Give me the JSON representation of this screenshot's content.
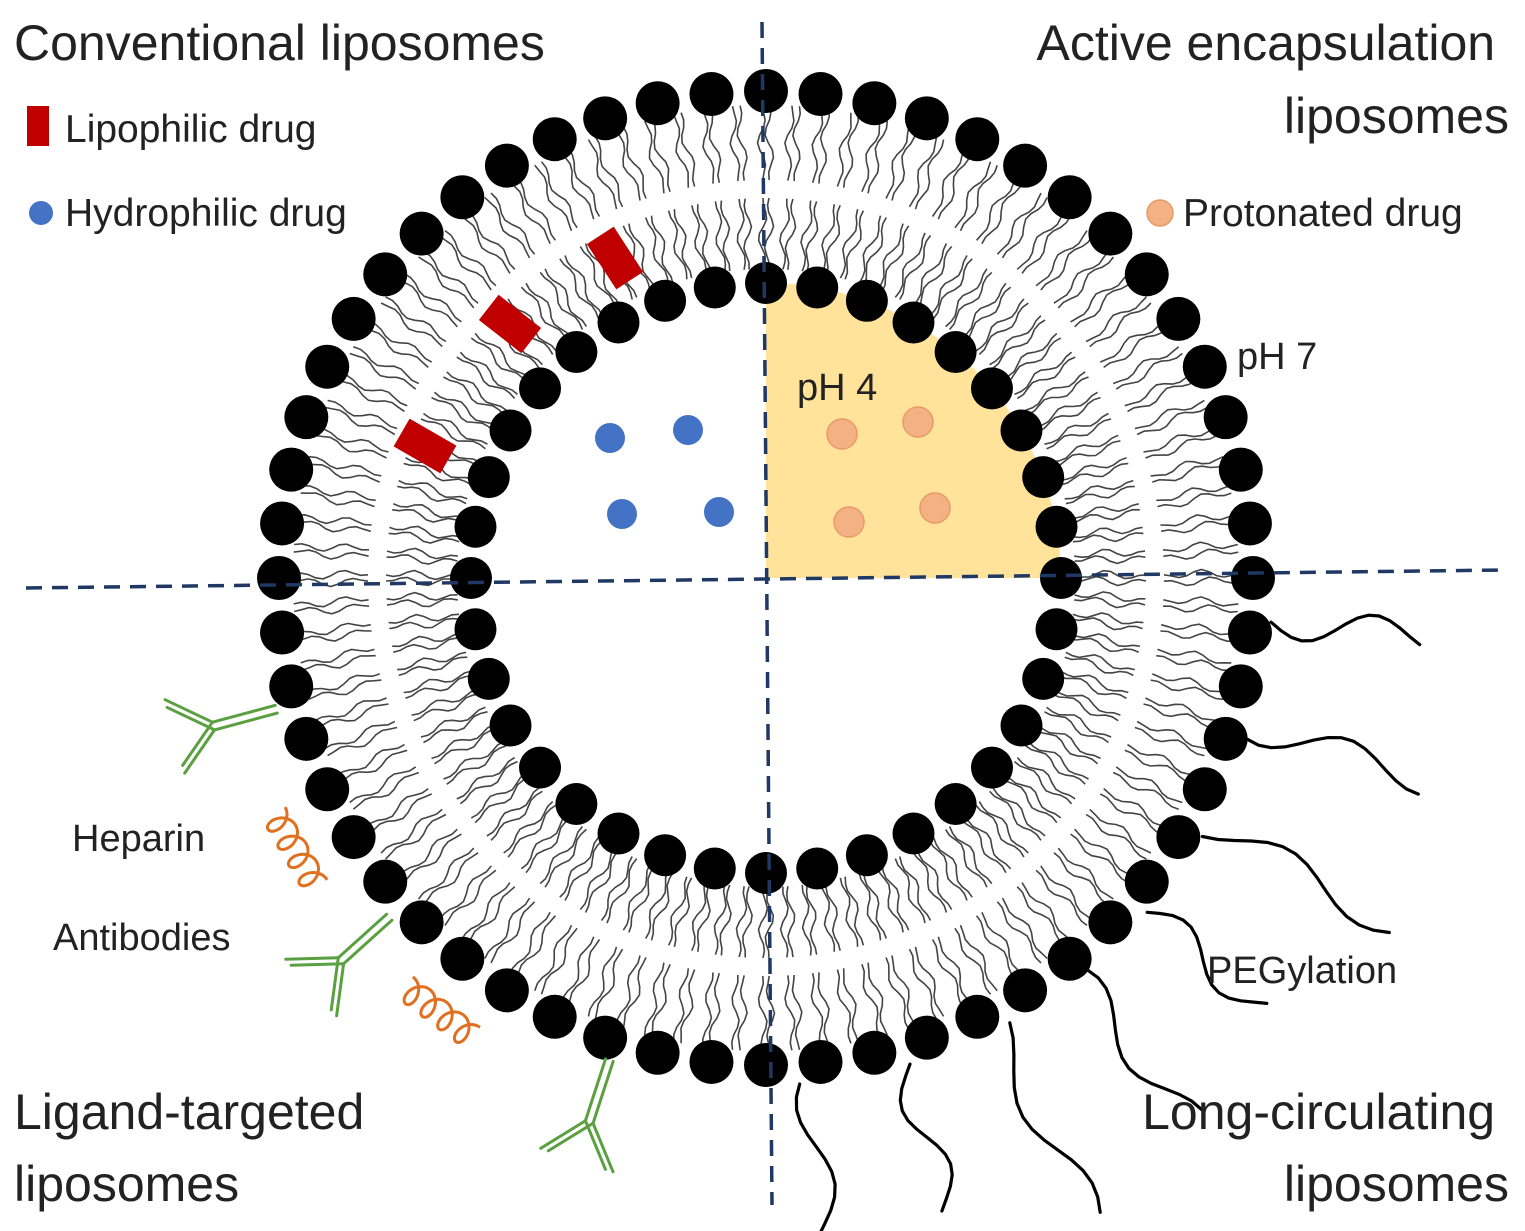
{
  "quadrants": {
    "top_left": "Conventional liposomes",
    "top_right": [
      "Active encapsulation",
      "liposomes"
    ],
    "bottom_left": [
      "Ligand-targeted",
      "liposomes"
    ],
    "bottom_right": [
      "Long-circulating",
      "liposomes"
    ]
  },
  "legend": {
    "lipophilic": {
      "label": "Lipophilic drug",
      "color": "#c00000"
    },
    "hydrophilic": {
      "label": "Hydrophilic drug",
      "color": "#4472c4"
    },
    "protonated": {
      "label": "Protonated drug",
      "color": "#f4b183"
    }
  },
  "labels": {
    "ph_inside": "pH 4",
    "ph_outside": "pH 7",
    "heparin": "Heparin",
    "antibodies": "Antibodies",
    "pegylation": "PEGylation"
  },
  "colors": {
    "headgroup": "#000000",
    "tail": "#444444",
    "acidic_core": "#ffe39a",
    "divider": "#1f3864",
    "heparin": "#e07020",
    "antibody": "#5aa040",
    "peg": "#000000"
  }
}
